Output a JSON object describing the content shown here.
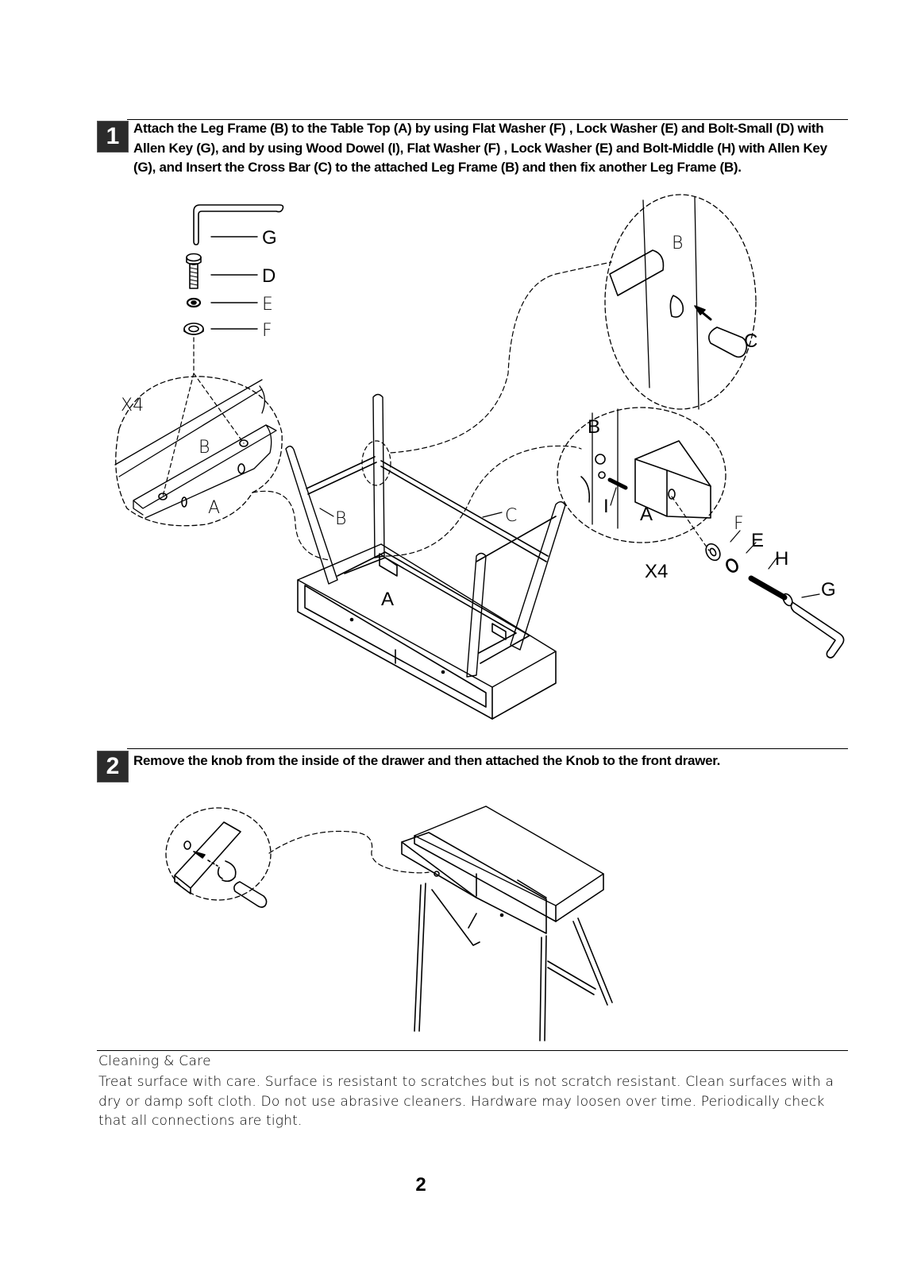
{
  "step1": {
    "number": "1",
    "text": "Attach the Leg Frame (B) to the Table Top (A) by using Flat Washer (F) , Lock Washer (E) and Bolt-Small (D) with Allen Key (G), and by using Wood Dowel (I), Flat Washer (F) , Lock Washer (E) and Bolt-Middle (H) with Allen Key (G), and Insert the Cross Bar (C) to the attached Leg Frame (B) and then fix another Leg Frame (B).",
    "labels": {
      "g": "G",
      "d": "D",
      "e": "E",
      "f": "F",
      "x4_left": "X4",
      "b_left": "B",
      "a_left": "A",
      "b_leg": "B",
      "c_bar": "C",
      "a_top": "A",
      "b_detail": "B",
      "c_detail": "C",
      "b_right": "B",
      "i_right": "I",
      "a_right": "A",
      "f_right": "F",
      "e_right": "E",
      "h_right": "H",
      "x4_right": "X4",
      "g_right": "G"
    }
  },
  "step2": {
    "number": "2",
    "text": "Remove the knob from the inside of the drawer and then attached the Knob to the front drawer."
  },
  "care": {
    "title": "Cleaning & Care",
    "body": "Treat surface with care. Surface is resistant to scratches but is not scratch resistant. Clean surfaces with a dry or damp soft cloth. Do not use abrasive cleaners. Hardware may loosen over time. Periodically check that all connections are tight."
  },
  "page_number": "2"
}
